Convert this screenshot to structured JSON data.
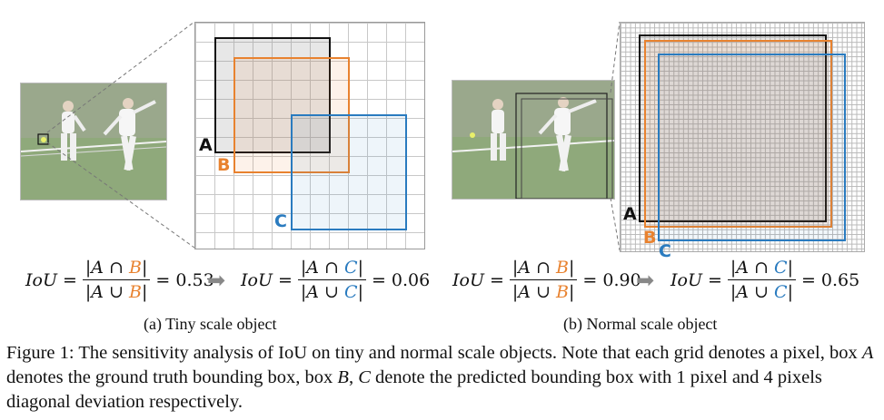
{
  "colors": {
    "A": "#111111",
    "B": "#e8822f",
    "C": "#2a7bbf",
    "arrow": "#888888"
  },
  "panel_a": {
    "labels": {
      "A": "A",
      "B": "B",
      "C": "C"
    },
    "formula1": {
      "lhs": "IoU",
      "num_left": "|A ∩ ",
      "num_var": "B",
      "num_right": "|",
      "den_left": "|A ∪ ",
      "den_var": "B",
      "den_right": "|",
      "result": "= 0.53"
    },
    "formula2": {
      "lhs": "IoU",
      "num_left": "|A ∩ ",
      "num_var": "C",
      "num_right": "|",
      "den_left": "|A ∪ ",
      "den_var": "C",
      "den_right": "|",
      "result": "= 0.06"
    },
    "subcaption": "(a)  Tiny scale object"
  },
  "panel_b": {
    "labels": {
      "A": "A",
      "B": "B",
      "C": "C"
    },
    "formula1": {
      "lhs": "IoU",
      "num_left": "|A ∩ ",
      "num_var": "B",
      "num_right": "|",
      "den_left": "|A ∪ ",
      "den_var": "B",
      "den_right": "|",
      "result": "= 0.90"
    },
    "formula2": {
      "lhs": "IoU",
      "num_left": "|A ∩ ",
      "num_var": "C",
      "num_right": "|",
      "den_left": "|A ∪ ",
      "den_var": "C",
      "den_right": "|",
      "result": "= 0.65"
    },
    "subcaption": "(b)  Normal scale object"
  },
  "formula_parts": {
    "equals": "=",
    "arrow": "➡"
  },
  "caption": {
    "prefix": "Figure 1: ",
    "text": "The sensitivity analysis of IoU on tiny and normal scale objects. Note that each grid denotes a pixel, box ",
    "var_A": "A",
    "mid1": " denotes the ground truth bounding box, box ",
    "var_B": "B",
    "sep": ", ",
    "var_C": "C",
    "mid2": " denote the predicted bounding box with 1 pixel and 4 pixels diagonal deviation respectively."
  }
}
